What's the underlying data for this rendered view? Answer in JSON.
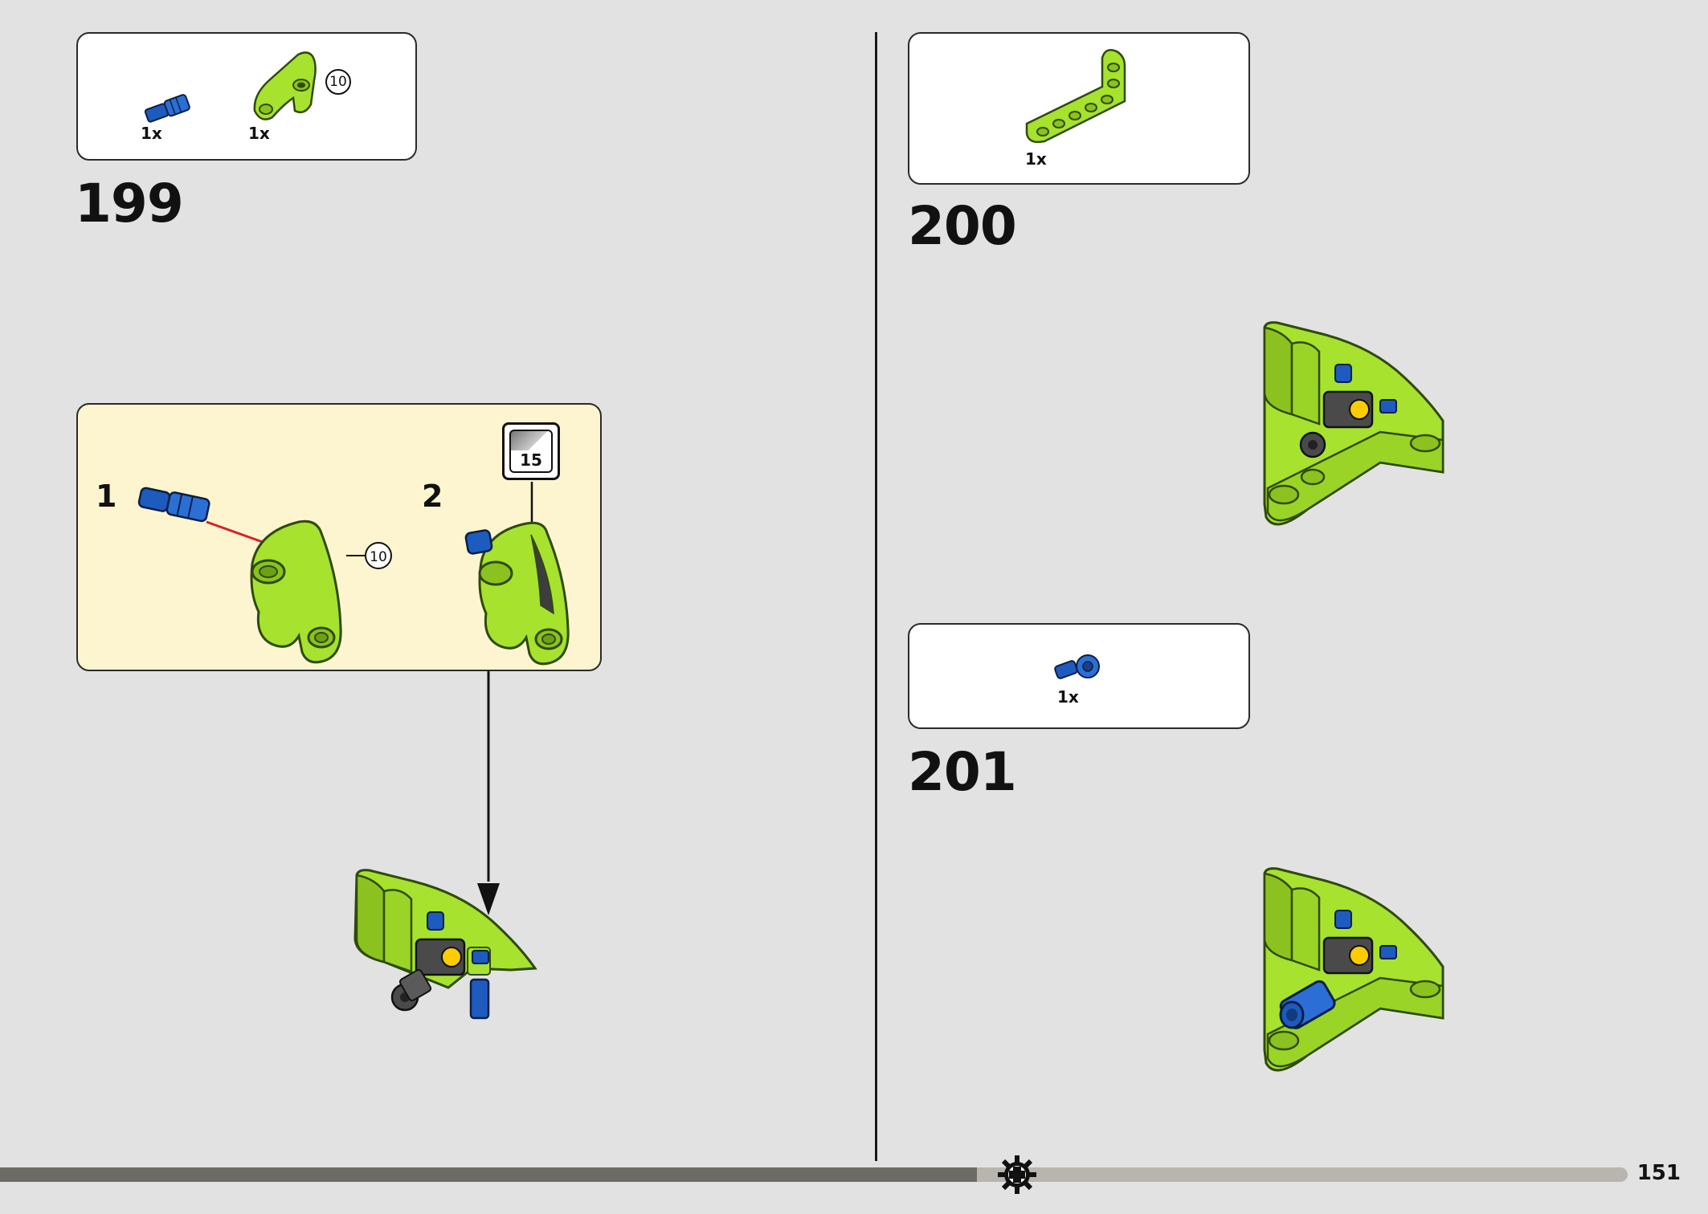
{
  "page": {
    "number": "151",
    "progress_fraction": 0.6
  },
  "colors": {
    "lime": "#a6e22e",
    "lime_dark": "#2f4a0a",
    "blue": "#1d5bbf",
    "dark_grey": "#4a4a4a",
    "red_arrow": "#d8202a",
    "background": "#e2e2e2",
    "callout_bg": "#fdf5cf"
  },
  "steps": [
    {
      "number": "199",
      "parts": [
        {
          "qty": "1x",
          "icon": "blue-axle-pin"
        },
        {
          "qty": "1x",
          "icon": "lime-panel-10",
          "callout": "10"
        }
      ],
      "sub_steps": [
        {
          "number": "1",
          "callout": "10"
        },
        {
          "number": "2",
          "sticker": "15"
        }
      ]
    },
    {
      "number": "200",
      "parts": [
        {
          "qty": "1x",
          "icon": "lime-l-beam"
        }
      ]
    },
    {
      "number": "201",
      "parts": [
        {
          "qty": "1x",
          "icon": "blue-angle-connector"
        }
      ]
    }
  ]
}
